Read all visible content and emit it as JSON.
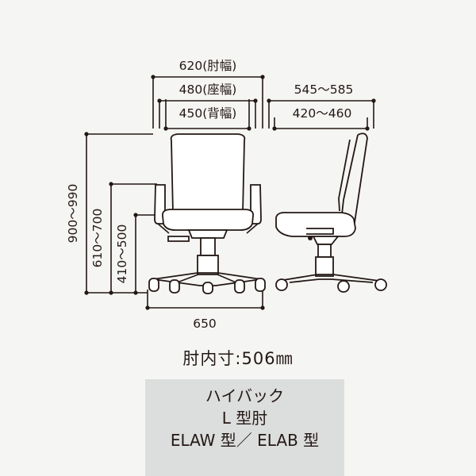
{
  "dimensions": {
    "top_arm_width": "620(肘幅)",
    "top_seat_width": "480(座幅)",
    "top_back_width": "450(背幅)",
    "side_depth_outer": "545〜585",
    "side_depth_inner": "420〜460",
    "height_total": "900〜990",
    "height_arm": "610〜700",
    "height_seat": "410〜500",
    "base_width": "650"
  },
  "caption": "肘内寸:506㎜",
  "model": {
    "line1": "ハイバック",
    "line2": "L 型肘",
    "line3": "ELAW 型／ ELAB 型"
  }
}
